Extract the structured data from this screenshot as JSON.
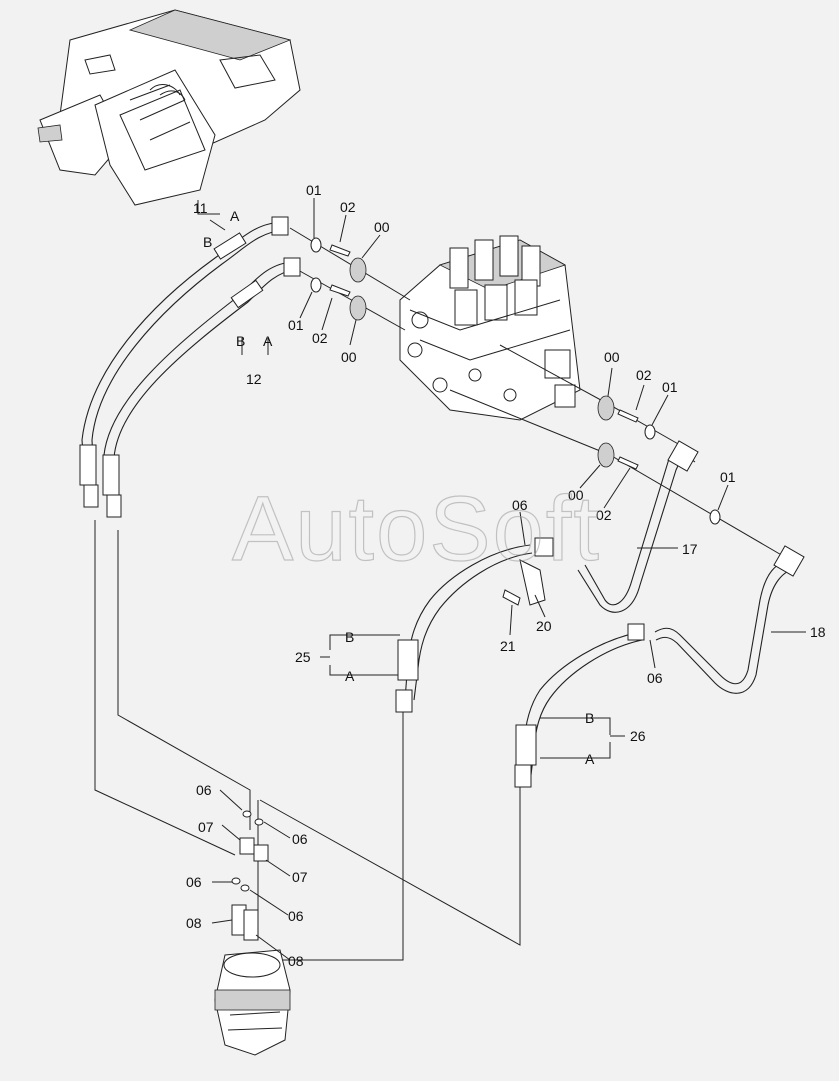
{
  "watermark": "AutoSoft",
  "callouts": {
    "c01a": "01",
    "c02a": "02",
    "c00a": "00",
    "c01b": "01",
    "c02b": "02",
    "c00b": "00",
    "c00c": "00",
    "c02c": "02",
    "c01c": "01",
    "c00d": "00",
    "c02d": "02",
    "c01d": "01",
    "c11": "11",
    "c11A": "A",
    "c11B": "B",
    "c12": "12",
    "c12A": "A",
    "c12B": "B",
    "c06a": "06",
    "c17": "17",
    "c20": "20",
    "c21": "21",
    "c18": "18",
    "c06b": "06",
    "c25": "25",
    "c25B": "B",
    "c25A": "A",
    "c26": "26",
    "c26B": "B",
    "c26A": "A",
    "c06c": "06",
    "c06d": "06",
    "c07a": "07",
    "c07b": "07",
    "c06e": "06",
    "c06f": "06",
    "c08a": "08",
    "c08b": "08"
  }
}
